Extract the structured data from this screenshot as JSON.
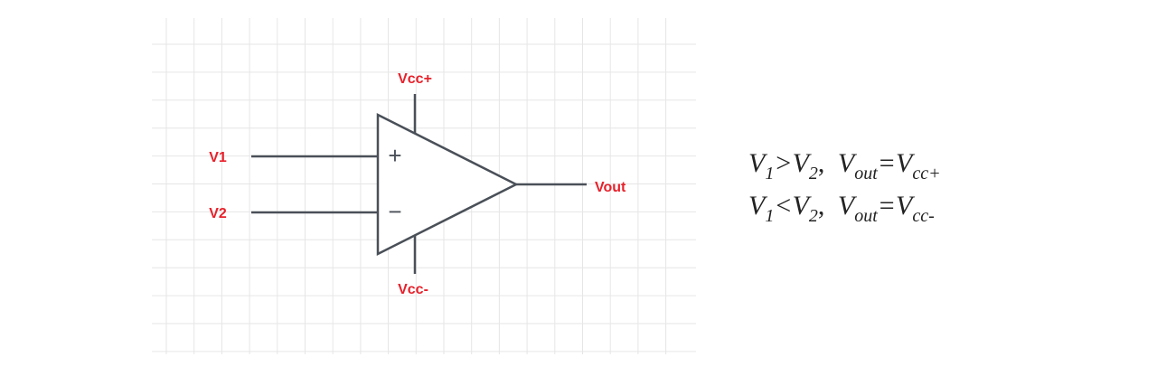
{
  "labels": {
    "vcc_plus": "Vcc+",
    "vcc_minus": "Vcc-",
    "v1": "V1",
    "v2": "V2",
    "vout": "Vout",
    "plus_sign": "+",
    "minus_sign": "−"
  },
  "formulas": [
    {
      "v1": "V",
      "v1_sub": "1",
      "op": ">",
      "v2": "V",
      "v2_sub": "2",
      "sep": ",",
      "vout": "V",
      "vout_sub": "out",
      "eq": "=",
      "vcc": "V",
      "vcc_sub": "cc+"
    },
    {
      "v1": "V",
      "v1_sub": "1",
      "op": "<",
      "v2": "V",
      "v2_sub": "2",
      "sep": ",",
      "vout": "V",
      "vout_sub": "out",
      "eq": "=",
      "vcc": "V",
      "vcc_sub": "cc-"
    }
  ],
  "colors": {
    "label": "#e8212b",
    "wire": "#4a5058",
    "grid": "#e6e6e6",
    "text": "#222222"
  }
}
